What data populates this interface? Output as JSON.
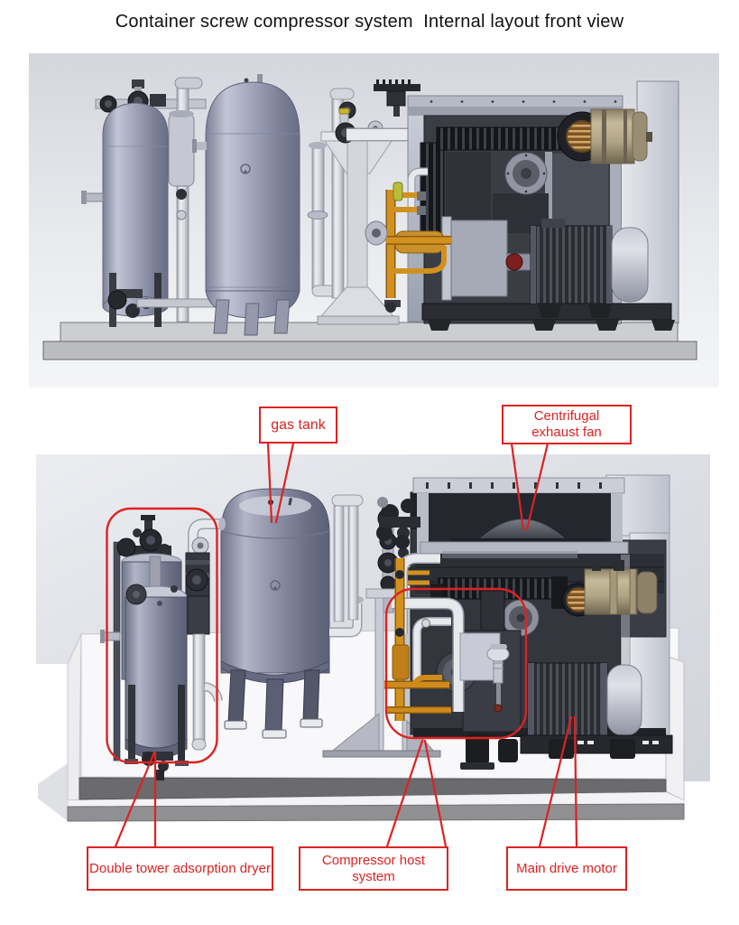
{
  "title": "Container screw compressor system  Internal layout front view",
  "colors": {
    "annotation_red": "#dd2222",
    "vessel_gray": "#9fa3ba",
    "dark_machine": "#33363d",
    "pipe_orange": "#d0891c",
    "filter_tan": "#b5a98e",
    "scene_background": "#d8dade"
  },
  "callouts": {
    "gas_tank": {
      "label": "gas tank"
    },
    "centrifugal_exhaust_fan": {
      "label": "Centrifugal exhaust fan"
    },
    "double_tower_adsorption_dryer": {
      "label": "Double tower adsorption dryer"
    },
    "compressor_host_system": {
      "label": "Compressor host system"
    },
    "main_drive_motor": {
      "label": "Main drive motor"
    }
  }
}
